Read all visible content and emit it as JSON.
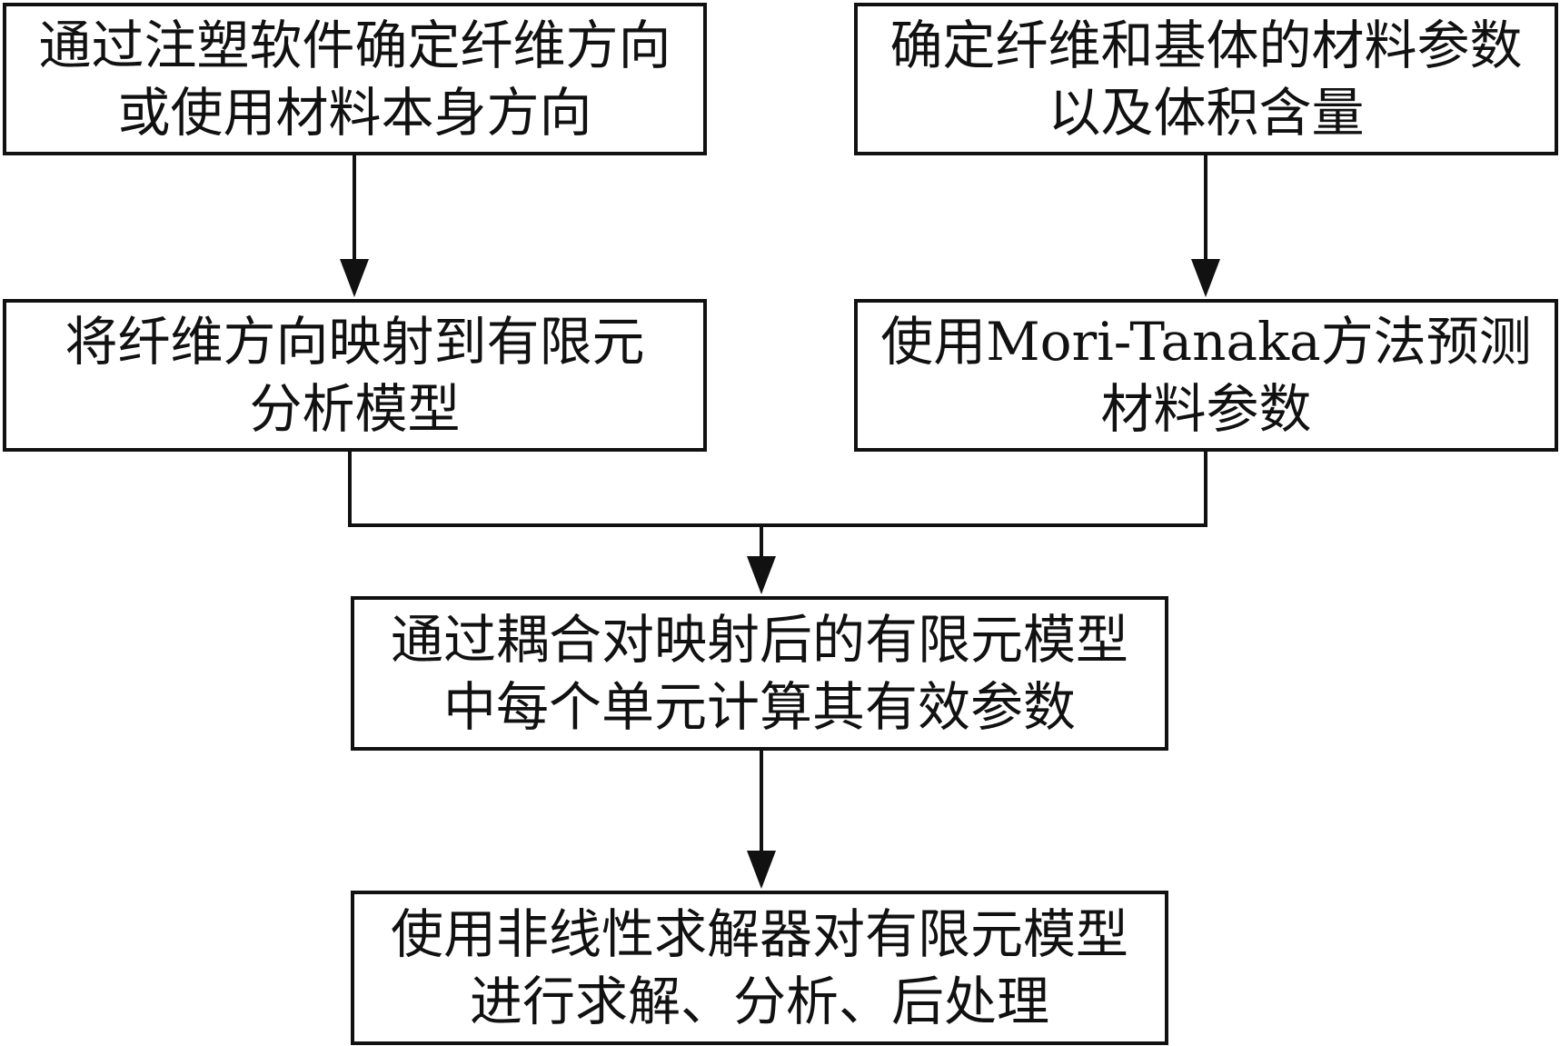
{
  "colors": {
    "stroke": "#111111",
    "background": "#ffffff"
  },
  "boxes": {
    "fiber_orientation": {
      "lines": [
        "通过注塑软件确定纤维方向",
        "或使用材料本身方向"
      ]
    },
    "material_params": {
      "lines": [
        "确定纤维和基体的材料参数",
        "以及体积含量"
      ]
    },
    "map_orientation": {
      "lines": [
        "将纤维方向映射到有限元",
        "分析模型"
      ]
    },
    "mori_tanaka": {
      "lines": [
        "使用Mori-Tanaka方法预测",
        "材料参数"
      ]
    },
    "coupling": {
      "lines": [
        "通过耦合对映射后的有限元模型",
        "中每个单元计算其有效参数"
      ]
    },
    "solve": {
      "lines": [
        "使用非线性求解器对有限元模型",
        "进行求解、分析、后处理"
      ]
    }
  }
}
